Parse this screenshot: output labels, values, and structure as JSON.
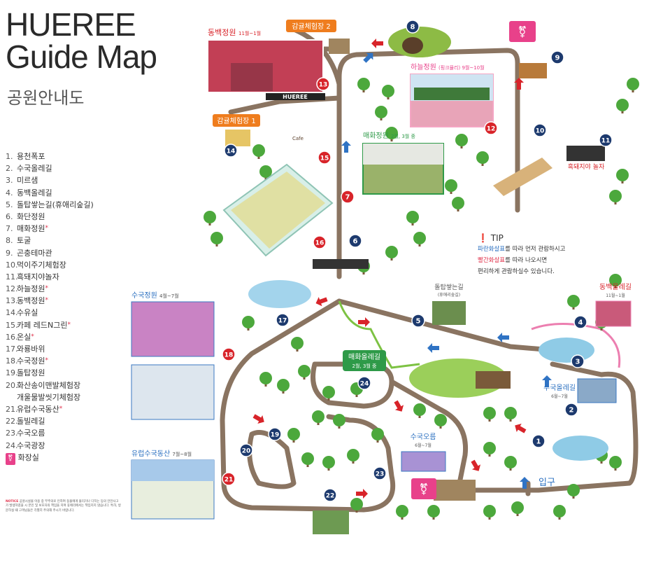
{
  "title": {
    "line1": "HUEREE",
    "line2": "Guide Map",
    "korean": "공원안내도"
  },
  "legend": [
    {
      "num": "1.",
      "label": "용천폭포",
      "star": false
    },
    {
      "num": "2.",
      "label": "수국올레길",
      "star": false
    },
    {
      "num": "3.",
      "label": "미르샘",
      "star": false
    },
    {
      "num": "4.",
      "label": "동백올레길",
      "star": false
    },
    {
      "num": "5.",
      "label": "돌탑쌓는길(휴애리숲길)",
      "star": false
    },
    {
      "num": "6.",
      "label": "화단정원",
      "star": false
    },
    {
      "num": "7.",
      "label": "매화정원",
      "star": true
    },
    {
      "num": "8.",
      "label": "토굴",
      "star": false
    },
    {
      "num": "9.",
      "label": "곤충테마관",
      "star": false
    },
    {
      "num": "10.",
      "label": "먹이주기체험장",
      "star": false
    },
    {
      "num": "11.",
      "label": "흑돼지야놀자",
      "star": false
    },
    {
      "num": "12.",
      "label": "하늘정원",
      "star": true
    },
    {
      "num": "13.",
      "label": "동백정원",
      "star": true
    },
    {
      "num": "14.",
      "label": "수유실",
      "star": false
    },
    {
      "num": "15.",
      "label": "카페 레드N그린",
      "star": true
    },
    {
      "num": "16.",
      "label": "온실",
      "star": true
    },
    {
      "num": "17.",
      "label": "와룡바위",
      "star": false
    },
    {
      "num": "18.",
      "label": "수국정원",
      "star": true
    },
    {
      "num": "19.",
      "label": "돌탑정원",
      "star": false
    },
    {
      "num": "20.",
      "label": "화산송이맨발체험장",
      "star": false
    },
    {
      "num": "",
      "label": "개울물발씻기체험장",
      "star": false
    },
    {
      "num": "21.",
      "label": "유럽수국동산",
      "star": true
    },
    {
      "num": "22.",
      "label": "돌빌레길",
      "star": false
    },
    {
      "num": "23.",
      "label": "수국오름",
      "star": false
    },
    {
      "num": "24.",
      "label": "수국광장",
      "star": false
    }
  ],
  "restroom_key": {
    "icon": "restroom-icon",
    "label": "화장실"
  },
  "notice": {
    "head": "NOTICE",
    "text": "공원시설물 이용 중 부주의로 인하여 동물에게 물리거나 다치는 등의 안전사고가 발생하였을 시 본인 및 보호자의 책임을 지며 휴애리에서는 책임지지 않습니다. 특히, 방문하실 때 고객님들은 각별히 주의해 주시기 바랍니다."
  },
  "tip": {
    "head": "TIP",
    "line1_pre": "",
    "line1_blue": "파란화살표",
    "line1_post": "를 따라 먼저 관람하시고",
    "line2_red": "빨간화살표",
    "line2_post": "를 따라 나오시면",
    "line3": "편리하게 관람하실수 있습니다."
  },
  "map_labels": {
    "camellia_garden": "동백정원",
    "camellia_garden_season": "11월~1월",
    "citrus_2": "감귤체험장 2",
    "citrus_1": "감귤체험장 1",
    "sky_garden": "하늘정원",
    "sky_garden_sub": "(핑크뮬리) 9월~10월",
    "plum_garden": "매화정원",
    "plum_garden_season": "2월, 3월 중",
    "stone_path": "돌탑쌓는길",
    "stone_path_sub": "(휴애리숲길)",
    "camellia_trail": "동백올레길",
    "camellia_trail_season": "11월~1월",
    "hydrangea_trail": "수국올레길",
    "hydrangea_trail_season": "6월~7월",
    "plum_trail": "매화올레길",
    "plum_trail_season": "2월, 3월 중",
    "hydrangea_garden": "수국정원",
    "hydrangea_garden_season": "4월~7월",
    "euro_hydrangea": "유럽수국동산",
    "euro_hydrangea_season": "7월~8월",
    "hydrangea_hill": "수국오름",
    "hydrangea_hill_season": "6월~7월",
    "entrance": "입구",
    "huereee_sign": "HUEREE",
    "pig_sign": "흑돼지야 놀자",
    "cafe_cup": "Cafe"
  },
  "markers": [
    {
      "n": "1",
      "kind": "navy"
    },
    {
      "n": "2",
      "kind": "navy"
    },
    {
      "n": "3",
      "kind": "navy"
    },
    {
      "n": "4",
      "kind": "navy"
    },
    {
      "n": "5",
      "kind": "navy"
    },
    {
      "n": "6",
      "kind": "navy"
    },
    {
      "n": "7",
      "kind": "red"
    },
    {
      "n": "8",
      "kind": "navy"
    },
    {
      "n": "9",
      "kind": "navy"
    },
    {
      "n": "10",
      "kind": "navy"
    },
    {
      "n": "11",
      "kind": "navy"
    },
    {
      "n": "12",
      "kind": "red"
    },
    {
      "n": "13",
      "kind": "red"
    },
    {
      "n": "14",
      "kind": "navy"
    },
    {
      "n": "15",
      "kind": "red"
    },
    {
      "n": "16",
      "kind": "red"
    },
    {
      "n": "17",
      "kind": "navy"
    },
    {
      "n": "18",
      "kind": "red"
    },
    {
      "n": "19",
      "kind": "navy"
    },
    {
      "n": "20",
      "kind": "navy"
    },
    {
      "n": "21",
      "kind": "red"
    },
    {
      "n": "22",
      "kind": "navy"
    },
    {
      "n": "23",
      "kind": "navy"
    },
    {
      "n": "24",
      "kind": "navy"
    }
  ],
  "colors": {
    "path": "#8a7461",
    "red_marker": "#d8242a",
    "navy_marker": "#1d3a6e",
    "green_label": "#2e9a48",
    "orange_label": "#ef7d1e",
    "pink_trail": "#ec7fb0",
    "tree": "#4ca83c",
    "blue_arrow": "#2f73c4",
    "red_arrow": "#d8242a"
  }
}
